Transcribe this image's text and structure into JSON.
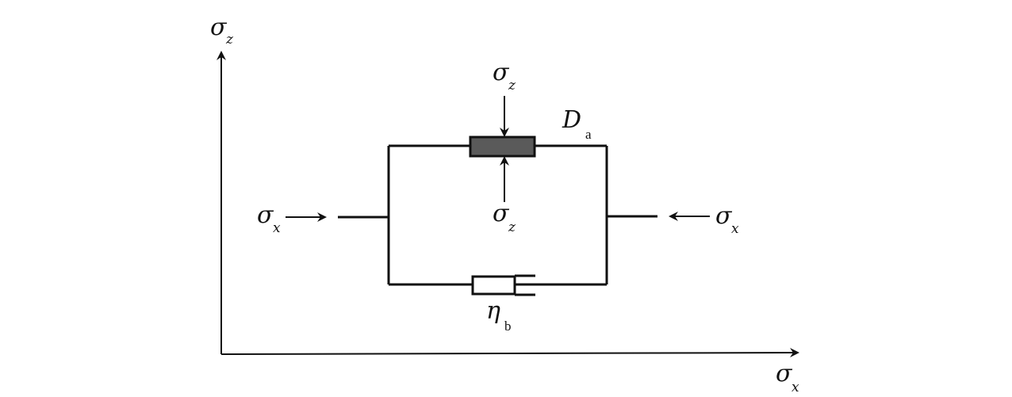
{
  "axes": {
    "vertical": {
      "symbol": "σ",
      "subscript": "z"
    },
    "horizontal": {
      "symbol": "σ",
      "subscript": "x"
    }
  },
  "labels": {
    "top_stress": {
      "symbol": "σ",
      "subscript": "z"
    },
    "inner_stress": {
      "symbol": "σ",
      "subscript": "z"
    },
    "left_stress": {
      "symbol": "σ",
      "subscript": "x"
    },
    "right_stress": {
      "symbol": "σ",
      "subscript": "x"
    },
    "spring": {
      "symbol": "D",
      "subscript": "a"
    },
    "dashpot": {
      "symbol": "η",
      "subscript": "b"
    }
  },
  "colors": {
    "line": "#111111",
    "spring_fill": "#5a5a5a",
    "dashpot_fill": "#ffffff"
  }
}
